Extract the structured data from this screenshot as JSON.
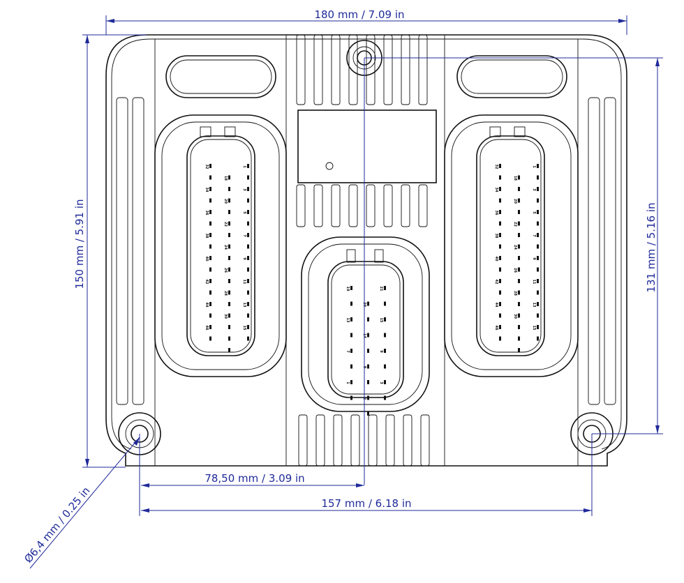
{
  "dimensions": {
    "overall_width": "180 mm / 7.09 in",
    "overall_height": "150 mm / 5.91 in",
    "hole_vertical_spacing": "131 mm / 5.16 in",
    "center_offset": "78,50 mm / 3.09 in",
    "hole_horizontal_spacing": "157 mm / 6.18 in",
    "hole_diameter": "Ø6,4 mm / 0.25 in"
  },
  "connectors": {
    "left": {
      "col_a": [
        "32",
        "34",
        "36",
        "38",
        "40",
        "42",
        "44",
        "46"
      ],
      "col_b": [
        "18",
        "20",
        "22",
        "24",
        "26",
        "28",
        "30"
      ],
      "col_c": [
        "1",
        "3",
        "5",
        "7",
        "9",
        "11",
        "13",
        "15"
      ]
    },
    "right": {
      "col_a": [
        "32",
        "34",
        "36",
        "38",
        "40",
        "42",
        "44",
        "46"
      ],
      "col_b": [
        "18",
        "20",
        "22",
        "24",
        "26",
        "28",
        "30"
      ],
      "col_c": [
        "1",
        "3",
        "5",
        "7",
        "9",
        "11",
        "13",
        "15"
      ]
    },
    "center": {
      "col_a": [
        "19",
        "13",
        "7",
        "1"
      ],
      "col_b": [
        "20",
        "14",
        "8",
        "2"
      ],
      "col_c": [
        "21",
        "15",
        "9",
        "3"
      ]
    }
  },
  "colors": {
    "dimension": "#1f2a9a",
    "outline": "#111111"
  }
}
